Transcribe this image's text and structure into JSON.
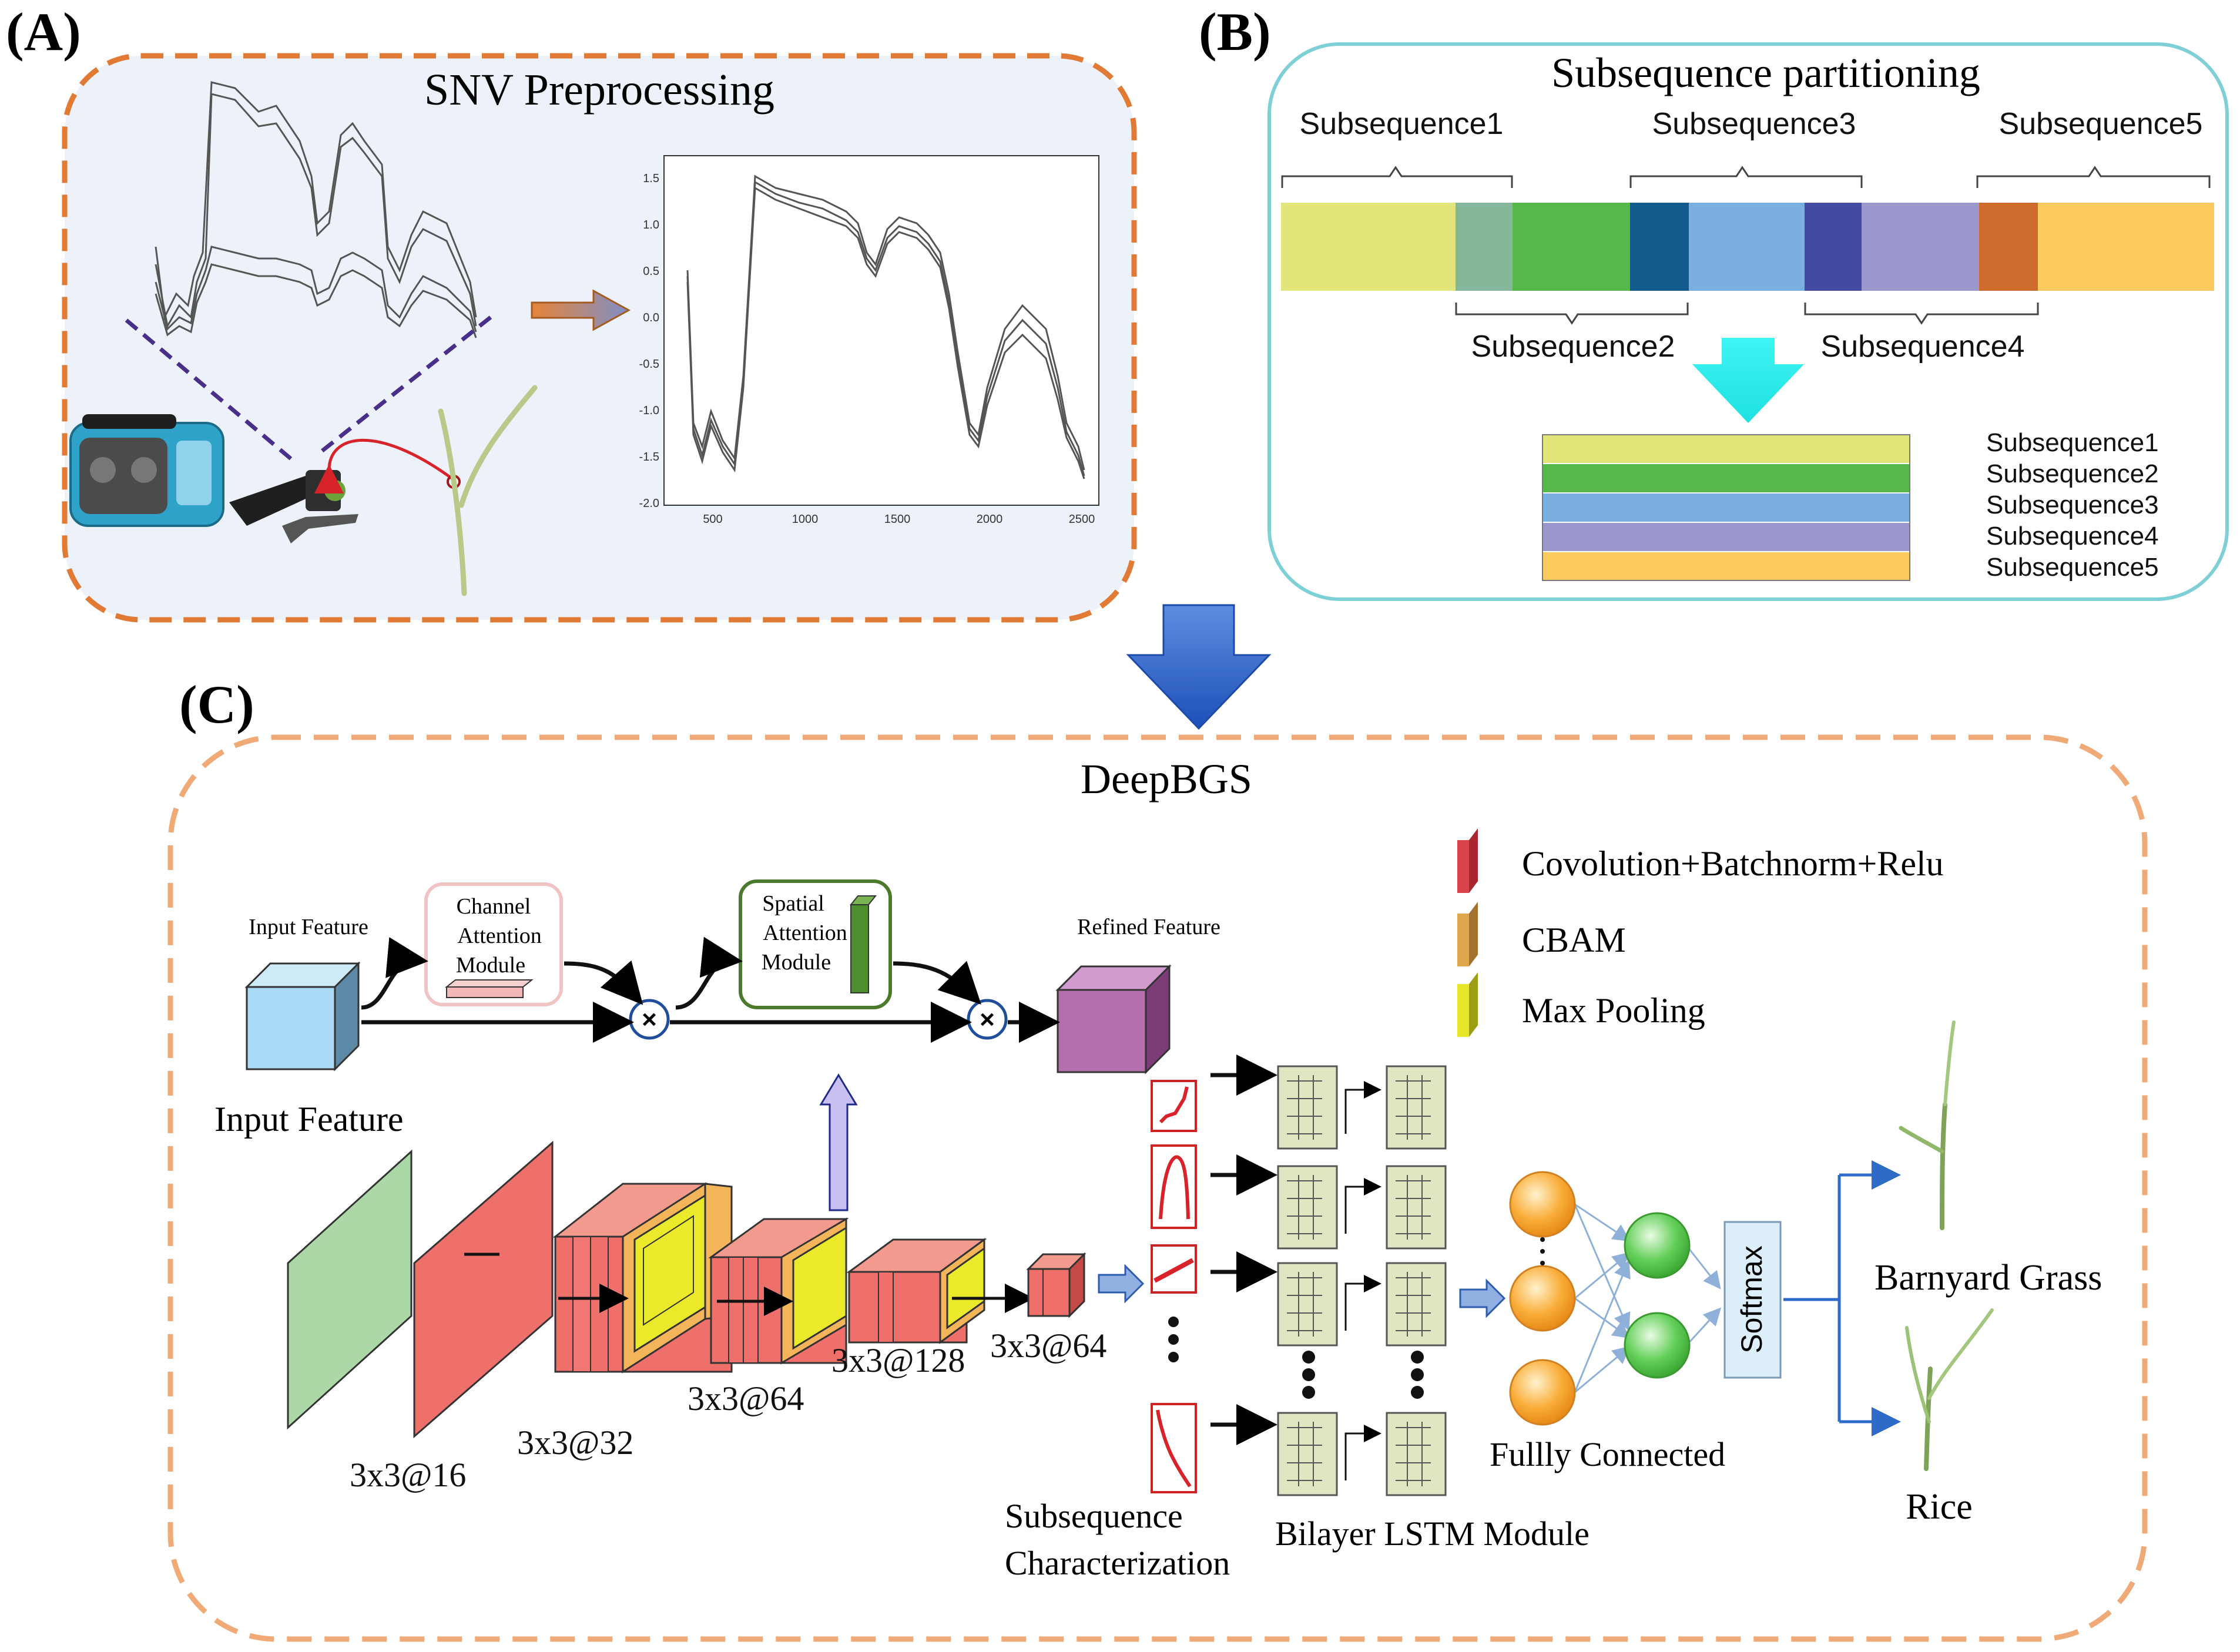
{
  "panel_a": {
    "label": "(A)",
    "title": "SNV Preprocessing",
    "plot_y_ticks": [
      "1.5",
      "1.0",
      "0.5",
      "0.0",
      "-0.5",
      "-1.0",
      "-1.5",
      "-2.0"
    ],
    "plot_x_ticks": [
      "500",
      "1000",
      "1500",
      "2000",
      "2500"
    ]
  },
  "panel_b": {
    "label": "(B)",
    "title": "Subsequence partitioning",
    "top_labels": [
      "Subsequence1",
      "Subsequence3",
      "Subsequence5"
    ],
    "bottom_labels": [
      "Subsequence2",
      "Subsequence4"
    ],
    "stack_labels": [
      "Subsequence1",
      "Subsequence2",
      "Subsequence3",
      "Subsequence4",
      "Subsequence5"
    ],
    "segment_colors": [
      "#e2e67a",
      "#87b79a",
      "#57b84a",
      "#135b8c",
      "#7bafdf",
      "#434aa3",
      "#9b97cc",
      "#cf6b2d",
      "#fdca5f"
    ],
    "stack_colors": [
      "#e2e67a",
      "#57b84a",
      "#7bafdf",
      "#9b97cc",
      "#fdca5f"
    ]
  },
  "panel_c": {
    "label": "(C)",
    "title": "DeepBGS",
    "cbam": {
      "input_feature": "Input Feature",
      "channel_attention": [
        "Channel",
        "Attention",
        "Module"
      ],
      "spatial_attention": [
        "Spatial",
        "Attention",
        "Module"
      ],
      "refined_feature": "Refined Feature"
    },
    "legend": [
      "Covolution+Batchnorm+Relu",
      "CBAM",
      "Max Pooling"
    ],
    "legend_colors": [
      "#d9434a",
      "#e0a64e",
      "#e6e62a"
    ],
    "input_feature_label": "Input Feature",
    "layer_labels": [
      "3x3@16",
      "3x3@32",
      "3x3@64",
      "3x3@128",
      "3x3@64"
    ],
    "subsequence_characterization": [
      "Subsequence",
      "Characterization"
    ],
    "bilayer_lstm": "Bilayer LSTM Module",
    "fully_connected": "Fullly Connected",
    "softmax": "Softmax",
    "outputs": [
      "Barnyard Grass",
      "Rice"
    ]
  }
}
